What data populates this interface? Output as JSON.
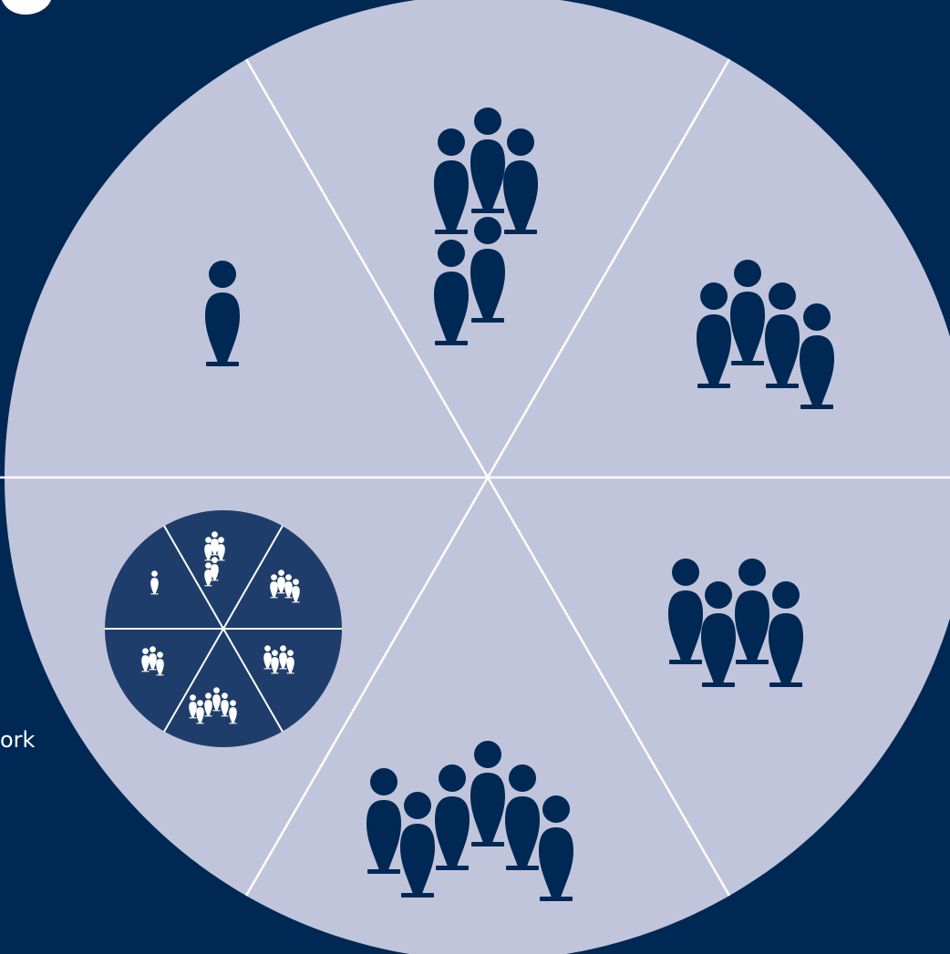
{
  "background_color": "#002855",
  "wheel": {
    "fill": "#c1c5db",
    "divider_color": "#ffffff",
    "icon_color": "#002855",
    "segment_count": 6,
    "segments": [
      {
        "name": "segment-top-left",
        "people": 1,
        "icon": "person-icon"
      },
      {
        "name": "segment-top",
        "people": 5,
        "icon": "group-icon"
      },
      {
        "name": "segment-top-right",
        "people": 4,
        "icon": "group-icon"
      },
      {
        "name": "segment-bottom-right",
        "people": 4,
        "icon": "group-icon"
      },
      {
        "name": "segment-bottom",
        "people": 6,
        "icon": "group-icon"
      },
      {
        "name": "segment-bottom-left",
        "people": 0,
        "icon": "mini-wheel-icon"
      }
    ]
  },
  "mini_wheel": {
    "fill": "#1f3d6b",
    "icon_color": "#ffffff",
    "segment_people": [
      1,
      5,
      4,
      4,
      6,
      3
    ]
  },
  "left_text_fragment": "ork"
}
